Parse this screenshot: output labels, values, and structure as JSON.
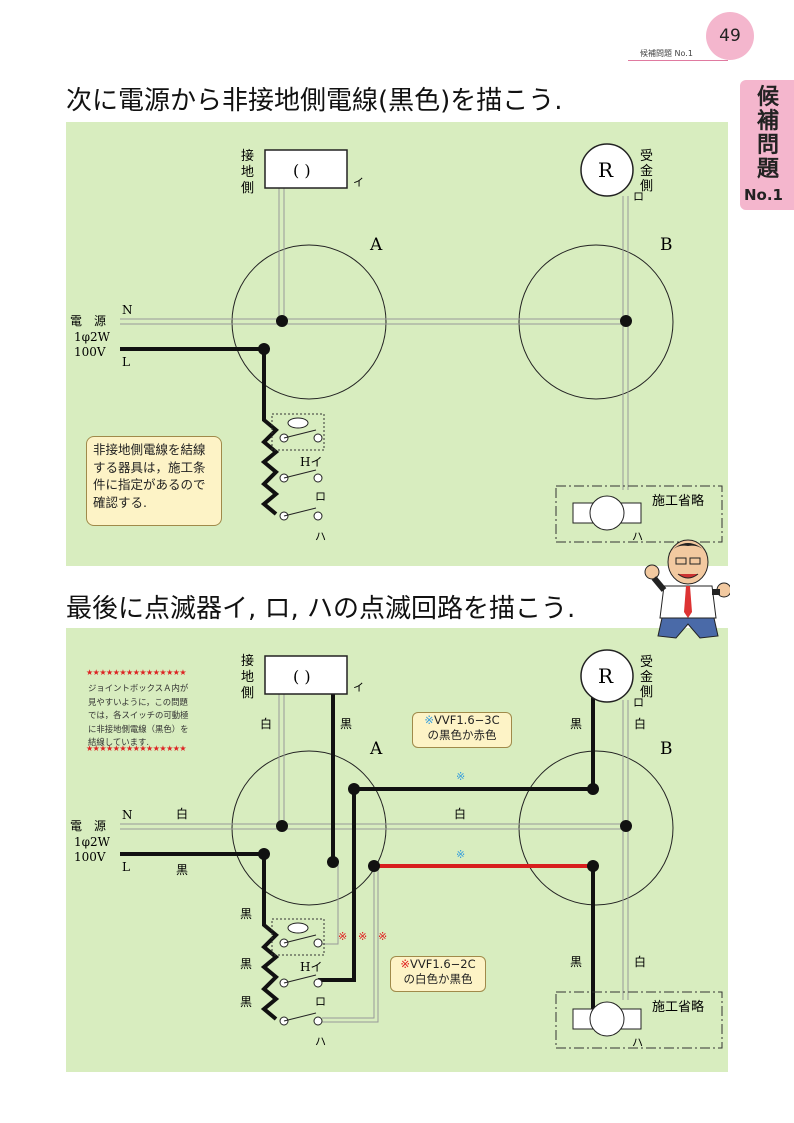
{
  "header": {
    "page_number": "49",
    "label": "候補問題 No.1"
  },
  "side_tab": {
    "chars": [
      "候",
      "補",
      "問",
      "題"
    ],
    "no": "No.1"
  },
  "heading1": "次に電源から非接地側電線(黒色)を描こう.",
  "heading2": "最後に点滅器イ, ロ, ハの点滅回路を描こう.",
  "diagram": {
    "source_label_1": "電　源",
    "source_label_2": "1φ2W",
    "source_label_3": "100V",
    "n_label": "N",
    "l_label": "L",
    "box_a": "A",
    "box_b": "B",
    "earth_chars": [
      "接",
      "地",
      "側"
    ],
    "lamp_paren": "( )",
    "lamp_i": "イ",
    "r_label": "R",
    "recv_chars": [
      "受",
      "金",
      "側"
    ],
    "recv_ro": "ロ",
    "switch_h_i": "Hイ",
    "switch_ro": "ロ",
    "switch_ha": "ハ",
    "omit_label": "施工省略",
    "omit_ha": "ハ",
    "white": "白",
    "black": "黒"
  },
  "note1": [
    "非接地側電線を結線",
    "する器具は，施工条",
    "件に指定があるので",
    "確認する."
  ],
  "note2": {
    "stars": "★★★★★★★★★★★★★★★",
    "lines": [
      "ジョイントボックスＡ内が",
      "見やすいように，この問題",
      "では，各スイッチの可動極",
      "に非接地側電線（黒色）を",
      "結線しています."
    ]
  },
  "vvf3c": {
    "mark": "※",
    "line1": "VVF1.6−3C",
    "line2": "の黒色か赤色"
  },
  "vvf2c": {
    "mark": "※",
    "line1": "VVF1.6−2C",
    "line2": "の白色か黒色"
  },
  "marks": {
    "ref": "※"
  }
}
